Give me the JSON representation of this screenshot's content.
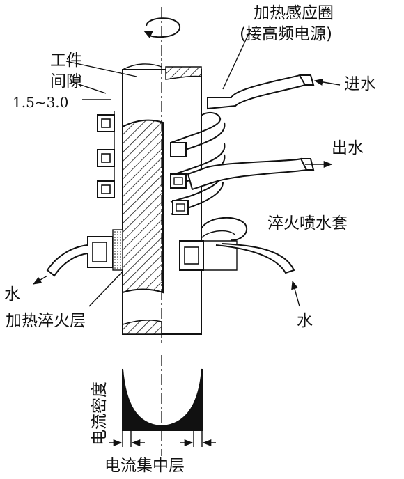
{
  "labels": {
    "coil_title": "加热感应圈",
    "coil_subtitle": "(接高频电源)",
    "workpiece": "工件",
    "gap": "间隙",
    "gap_value": "1.5~3.0",
    "water_in": "进水",
    "water_out": "出水",
    "spray_jacket": "淬火喷水套",
    "water_left": "水",
    "water_right": "水",
    "hardened_layer": "加热淬火层",
    "current_density": "电流密度",
    "current_layer": "电流集中层"
  },
  "icons": {
    "rotation": "rotation-arrow-icon"
  }
}
